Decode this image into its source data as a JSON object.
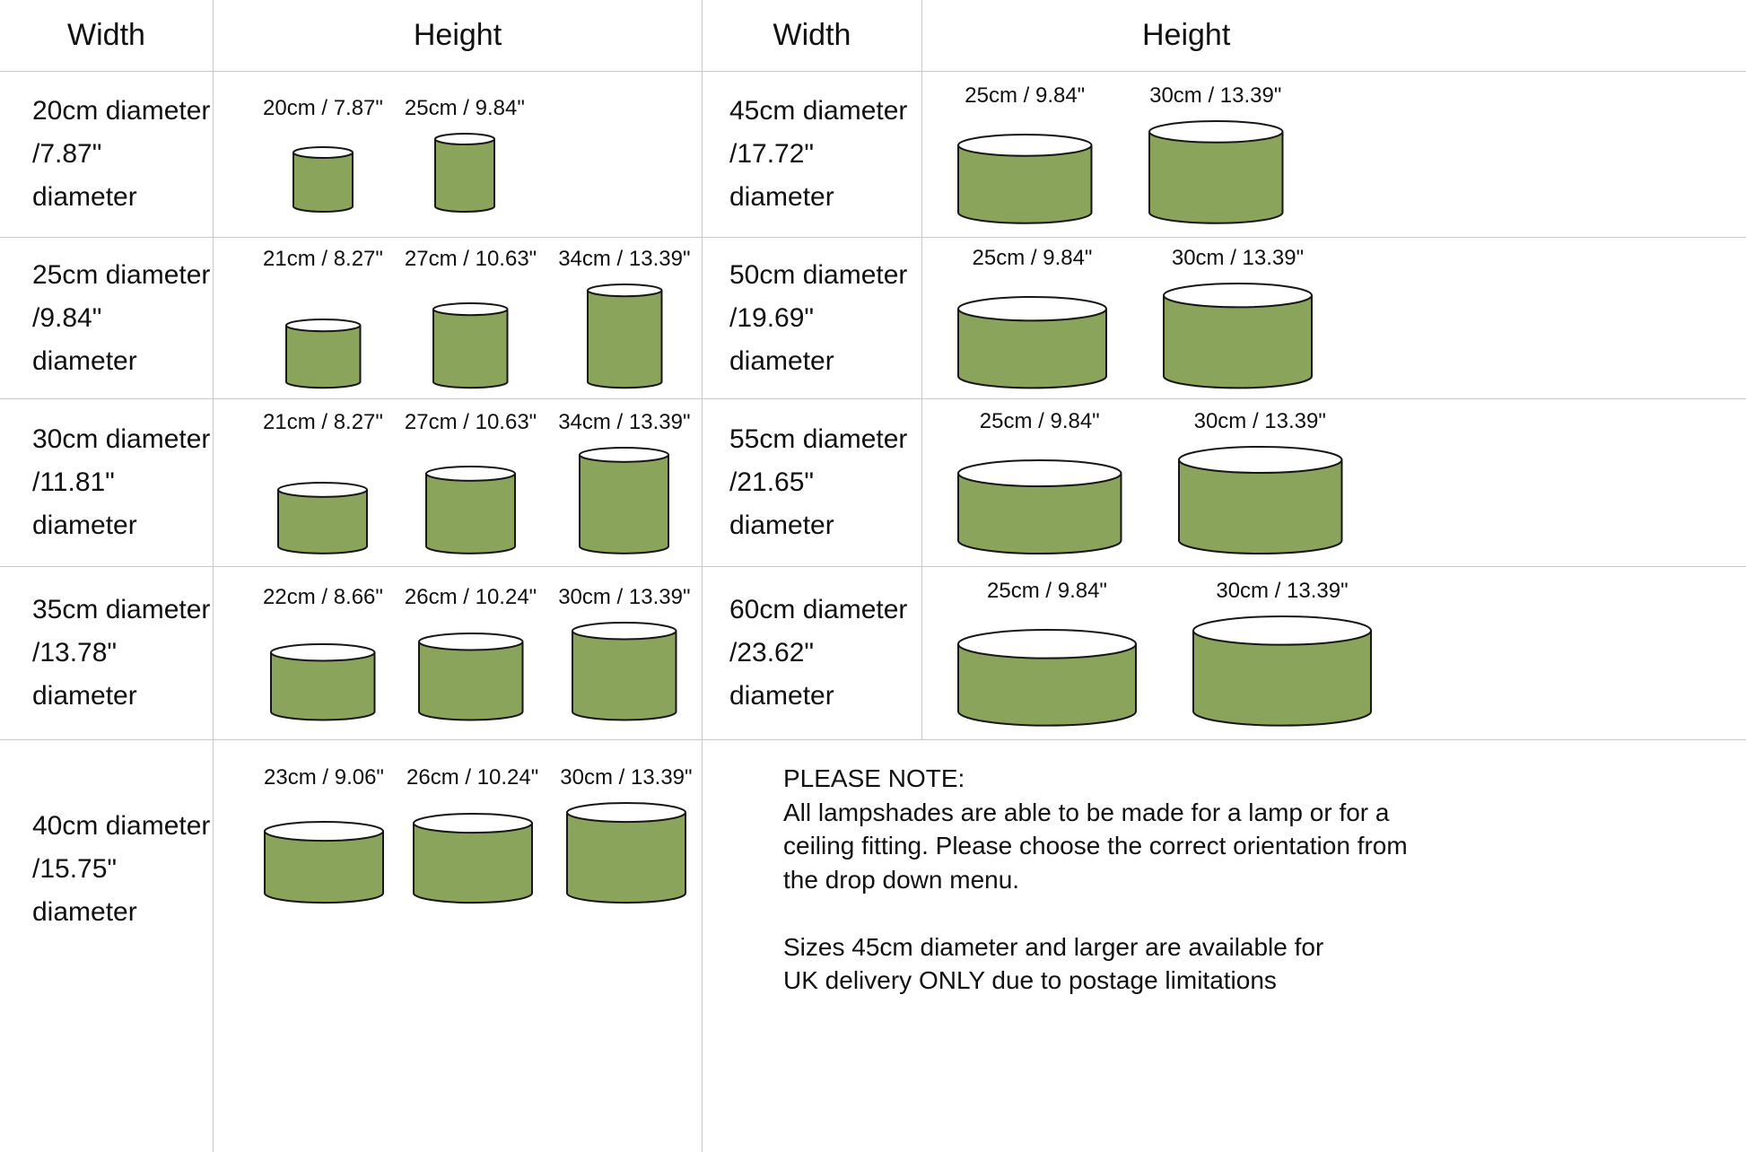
{
  "colors": {
    "shade_fill": "#8ba45c",
    "shade_stroke": "#161616",
    "rim_fill": "#ffffff",
    "grid_line": "#c8c8c8"
  },
  "headers": {
    "width_left": "Width",
    "height_left": "Height",
    "width_right": "Width",
    "height_right": "Height"
  },
  "left_rows": [
    {
      "width": [
        "20cm diameter",
        "/7.87\" diameter"
      ],
      "shades": [
        {
          "label": "20cm / 7.87\"",
          "diameter_cm": 20,
          "height_cm": 20
        },
        {
          "label": "25cm / 9.84\"",
          "diameter_cm": 20,
          "height_cm": 25
        }
      ]
    },
    {
      "width": [
        "25cm diameter",
        "/9.84\" diameter"
      ],
      "shades": [
        {
          "label": "21cm / 8.27\"",
          "diameter_cm": 25,
          "height_cm": 21
        },
        {
          "label": "27cm / 10.63\"",
          "diameter_cm": 25,
          "height_cm": 27
        },
        {
          "label": "34cm / 13.39\"",
          "diameter_cm": 25,
          "height_cm": 34
        }
      ]
    },
    {
      "width": [
        "30cm diameter",
        "/11.81\" diameter"
      ],
      "shades": [
        {
          "label": "21cm / 8.27\"",
          "diameter_cm": 30,
          "height_cm": 21
        },
        {
          "label": "27cm / 10.63\"",
          "diameter_cm": 30,
          "height_cm": 27
        },
        {
          "label": "34cm / 13.39\"",
          "diameter_cm": 30,
          "height_cm": 34
        }
      ]
    },
    {
      "width": [
        "35cm diameter",
        "/13.78\" diameter"
      ],
      "shades": [
        {
          "label": "22cm / 8.66\"",
          "diameter_cm": 35,
          "height_cm": 22
        },
        {
          "label": "26cm / 10.24\"",
          "diameter_cm": 35,
          "height_cm": 26
        },
        {
          "label": "30cm / 13.39\"",
          "diameter_cm": 35,
          "height_cm": 30
        }
      ]
    },
    {
      "width": [
        "40cm diameter",
        "/15.75\" diameter"
      ],
      "shades": [
        {
          "label": "23cm / 9.06\"",
          "diameter_cm": 40,
          "height_cm": 23
        },
        {
          "label": "26cm / 10.24\"",
          "diameter_cm": 40,
          "height_cm": 26
        },
        {
          "label": "30cm / 13.39\"",
          "diameter_cm": 40,
          "height_cm": 30
        }
      ]
    }
  ],
  "right_rows": [
    {
      "width": [
        "45cm diameter",
        "/17.72\" diameter"
      ],
      "shades": [
        {
          "label": "25cm / 9.84\"",
          "diameter_cm": 45,
          "height_cm": 25
        },
        {
          "label": "30cm / 13.39\"",
          "diameter_cm": 45,
          "height_cm": 30
        }
      ]
    },
    {
      "width": [
        "50cm diameter",
        "/19.69\" diameter"
      ],
      "shades": [
        {
          "label": "25cm / 9.84\"",
          "diameter_cm": 50,
          "height_cm": 25
        },
        {
          "label": "30cm / 13.39\"",
          "diameter_cm": 50,
          "height_cm": 30
        }
      ]
    },
    {
      "width": [
        "55cm diameter",
        "/21.65\" diameter"
      ],
      "shades": [
        {
          "label": "25cm / 9.84\"",
          "diameter_cm": 55,
          "height_cm": 25
        },
        {
          "label": "30cm / 13.39\"",
          "diameter_cm": 55,
          "height_cm": 30
        }
      ]
    },
    {
      "width": [
        "60cm diameter",
        "/23.62\" diameter"
      ],
      "shades": [
        {
          "label": "25cm / 9.84\"",
          "diameter_cm": 60,
          "height_cm": 25
        },
        {
          "label": "30cm / 13.39\"",
          "diameter_cm": 60,
          "height_cm": 30
        }
      ]
    }
  ],
  "note": {
    "heading": "PLEASE NOTE:",
    "lines": [
      "All lampshades are able to be made for a lamp or for a",
      "ceiling fitting. Please choose the correct orientation from",
      "the drop down menu.",
      "",
      "Sizes 45cm diameter and larger are available for",
      "UK delivery ONLY due to postage limitations"
    ]
  }
}
